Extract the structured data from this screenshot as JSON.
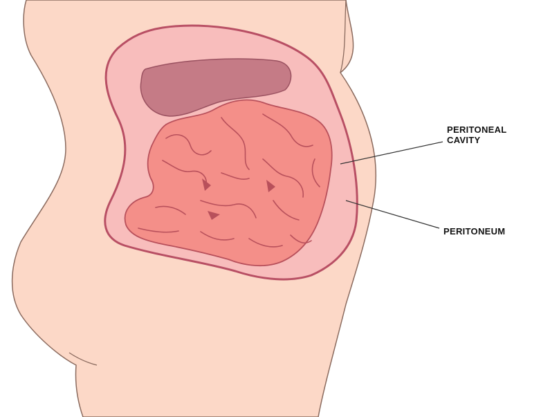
{
  "labels": {
    "peritoneal_cavity_line1": "PERITONEAL",
    "peritoneal_cavity_line2": "CAVITY",
    "peritoneum": "PERITONEUM"
  },
  "colors": {
    "skin": "#fcd8c7",
    "skin_outline": "#8a6a5e",
    "peritoneum_line": "#b84f64",
    "cavity_fill": "#f8bdbc",
    "liver": "#c57b86",
    "liver_outline": "#9a5160",
    "intestine": "#f48f89",
    "intestine_outline": "#b8505b",
    "leader_line": "#333333"
  }
}
